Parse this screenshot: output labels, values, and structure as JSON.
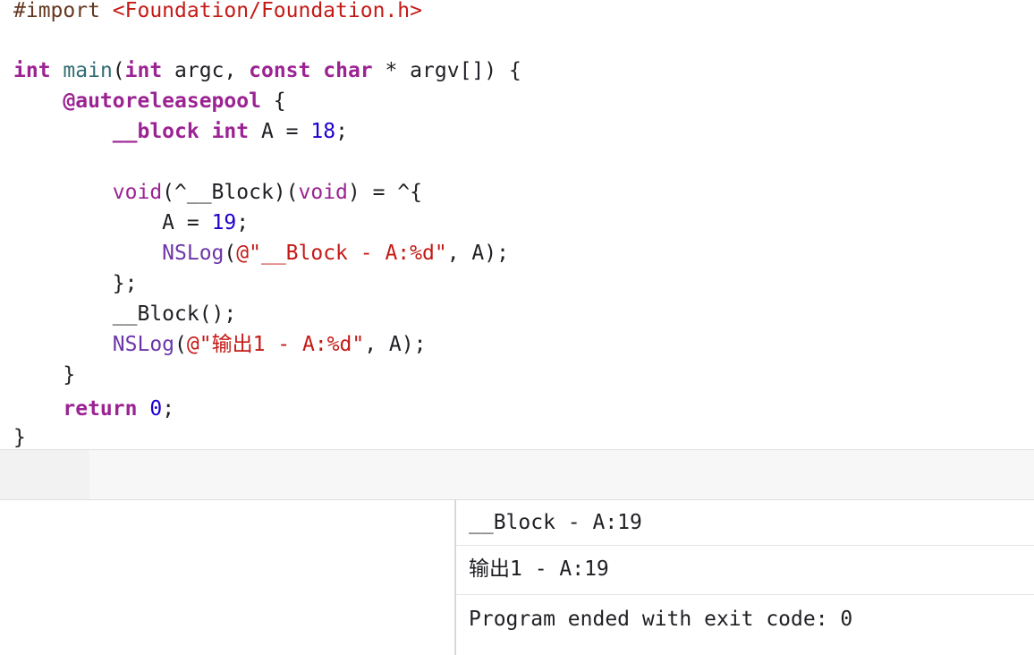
{
  "editor": {
    "lines": [
      [
        {
          "t": "#import ",
          "c": "preproc"
        },
        {
          "t": "<Foundation/Foundation.h>",
          "c": "header"
        }
      ],
      [],
      [
        {
          "t": "int",
          "c": "keyword"
        },
        {
          "t": " ",
          "c": "plain"
        },
        {
          "t": "main",
          "c": "func"
        },
        {
          "t": "(",
          "c": "plain"
        },
        {
          "t": "int",
          "c": "keyword"
        },
        {
          "t": " argc, ",
          "c": "plain"
        },
        {
          "t": "const",
          "c": "keyword"
        },
        {
          "t": " ",
          "c": "plain"
        },
        {
          "t": "char",
          "c": "keyword"
        },
        {
          "t": " * argv[]) {",
          "c": "plain"
        }
      ],
      [
        {
          "t": "    ",
          "c": "plain"
        },
        {
          "t": "@autoreleasepool",
          "c": "keyword"
        },
        {
          "t": " {",
          "c": "plain"
        }
      ],
      [
        {
          "t": "        ",
          "c": "plain"
        },
        {
          "t": "__block",
          "c": "keyword"
        },
        {
          "t": " ",
          "c": "plain"
        },
        {
          "t": "int",
          "c": "keyword"
        },
        {
          "t": " A = ",
          "c": "plain"
        },
        {
          "t": "18",
          "c": "num"
        },
        {
          "t": ";",
          "c": "plain"
        }
      ],
      [],
      [
        {
          "t": "        ",
          "c": "plain"
        },
        {
          "t": "void",
          "c": "type"
        },
        {
          "t": "(^__Block)(",
          "c": "plain"
        },
        {
          "t": "void",
          "c": "type"
        },
        {
          "t": ") = ^{",
          "c": "plain"
        }
      ],
      [
        {
          "t": "            A = ",
          "c": "plain"
        },
        {
          "t": "19",
          "c": "num"
        },
        {
          "t": ";",
          "c": "plain"
        }
      ],
      [
        {
          "t": "            ",
          "c": "plain"
        },
        {
          "t": "NSLog",
          "c": "class"
        },
        {
          "t": "(",
          "c": "plain"
        },
        {
          "t": "@\"__Block - A:%d\"",
          "c": "string"
        },
        {
          "t": ", A);",
          "c": "plain"
        }
      ],
      [
        {
          "t": "        };",
          "c": "plain"
        }
      ],
      [
        {
          "t": "        __Block();",
          "c": "plain"
        }
      ],
      [
        {
          "t": "        ",
          "c": "plain"
        },
        {
          "t": "NSLog",
          "c": "class"
        },
        {
          "t": "(",
          "c": "plain"
        },
        {
          "t": "@\"输出1 - A:%d\"",
          "c": "string"
        },
        {
          "t": ", A);",
          "c": "plain"
        }
      ],
      [
        {
          "t": "    }",
          "c": "plain"
        }
      ],
      [
        {
          "t": "    ",
          "c": "plain"
        },
        {
          "t": "return",
          "c": "keyword"
        },
        {
          "t": " ",
          "c": "plain"
        },
        {
          "t": "0",
          "c": "num"
        },
        {
          "t": ";",
          "c": "plain"
        }
      ],
      [
        {
          "t": "}",
          "c": "plain"
        }
      ]
    ]
  },
  "console": {
    "lines": [
      "__Block - A:19",
      "输出1 - A:19",
      "Program ended with exit code: 0"
    ]
  }
}
